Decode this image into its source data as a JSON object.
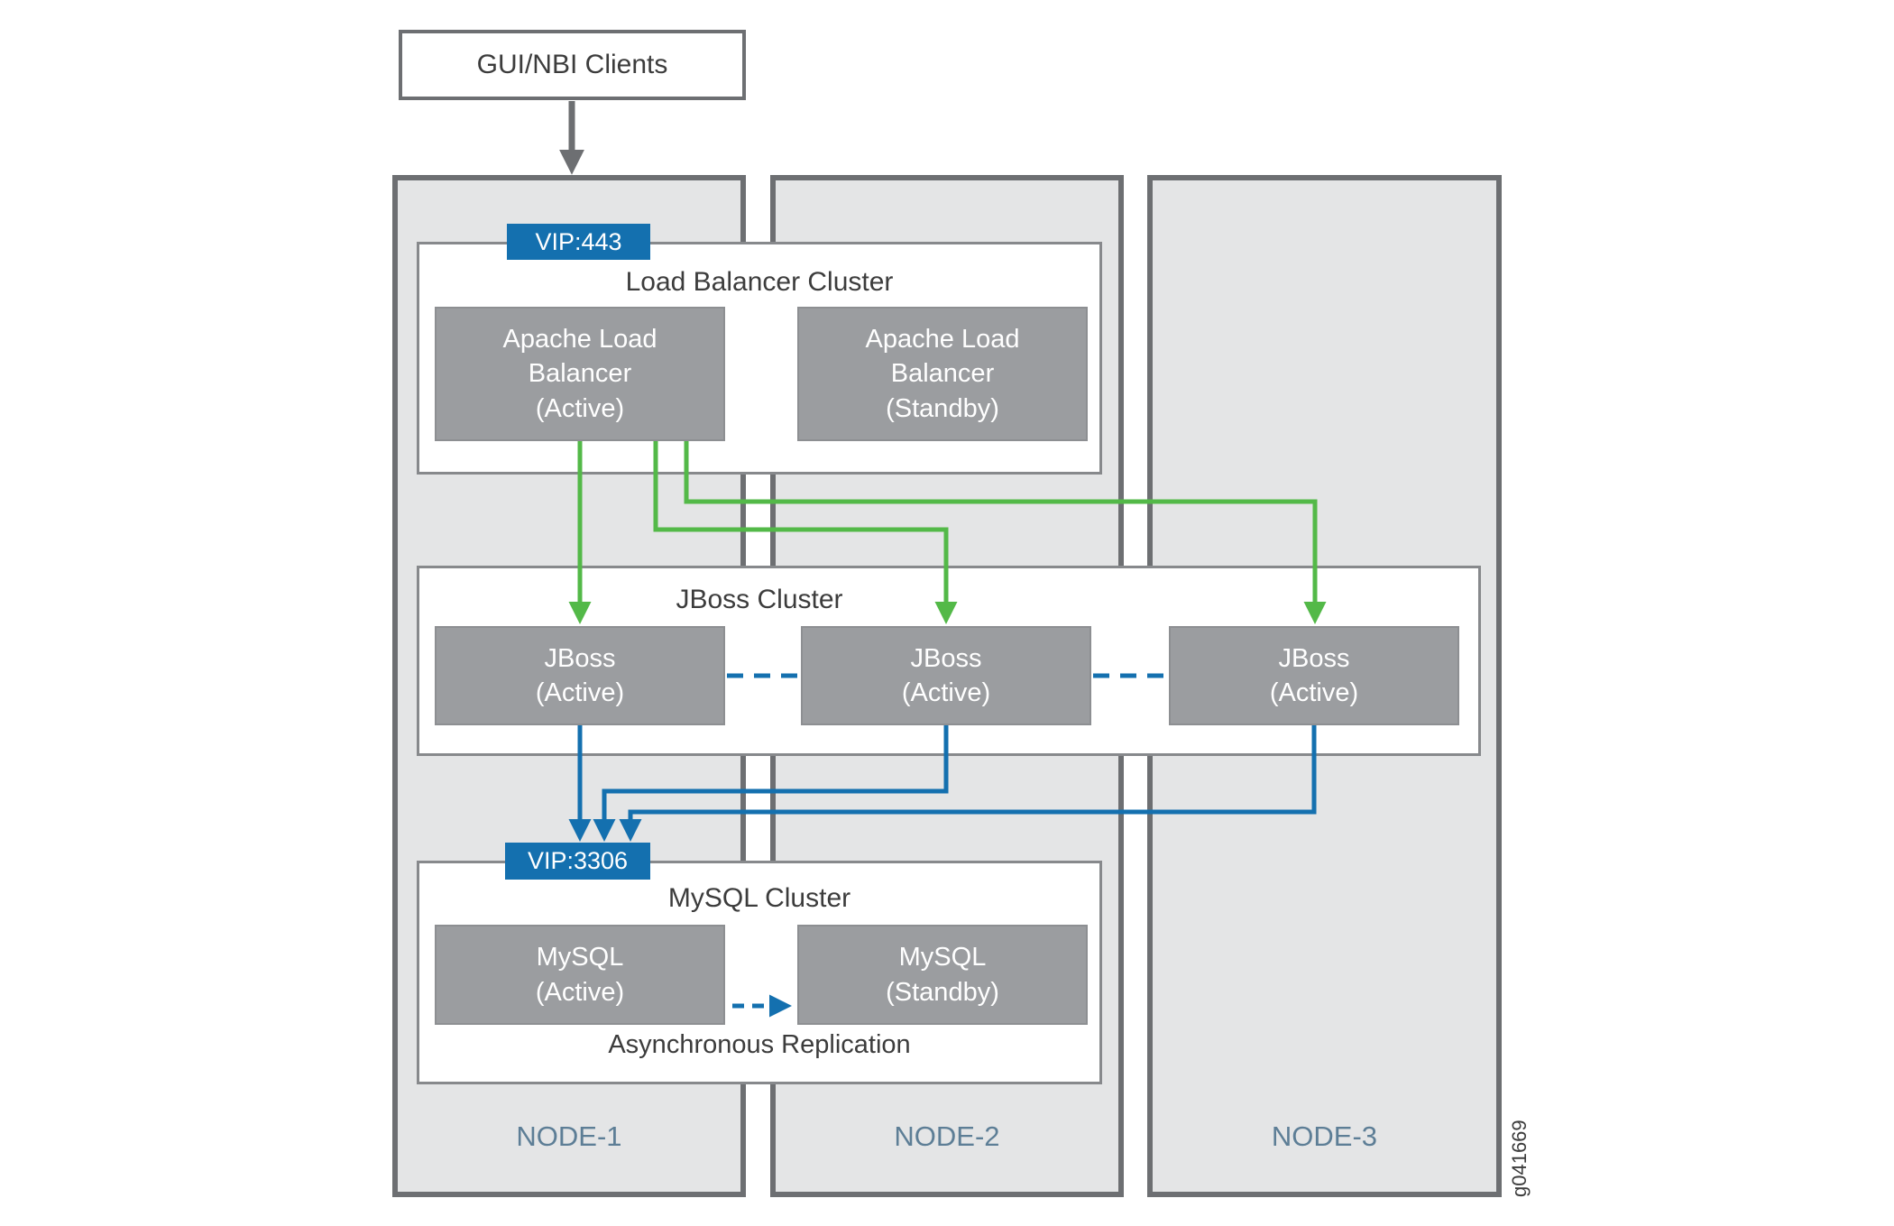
{
  "figure_label": "g041669",
  "clients": {
    "label": "GUI/NBI Clients"
  },
  "nodes": [
    {
      "label": "NODE-1"
    },
    {
      "label": "NODE-2"
    },
    {
      "label": "NODE-3"
    }
  ],
  "lb_cluster": {
    "vip_badge": "VIP:443",
    "title": "Load Balancer Cluster",
    "members": [
      {
        "label": "Apache Load\nBalancer\n(Active)"
      },
      {
        "label": "Apache Load\nBalancer\n(Standby)"
      }
    ]
  },
  "jboss_cluster": {
    "title": "JBoss Cluster",
    "members": [
      {
        "label": "JBoss\n(Active)"
      },
      {
        "label": "JBoss\n(Active)"
      },
      {
        "label": "JBoss\n(Active)"
      }
    ]
  },
  "mysql_cluster": {
    "vip_badge": "VIP:3306",
    "title": "MySQL Cluster",
    "members": [
      {
        "label": "MySQL\n(Active)"
      },
      {
        "label": "MySQL\n(Standby)"
      }
    ],
    "annotation": "Asynchronous Replication"
  },
  "colors": {
    "accent_blue": "#1470af",
    "arrow_green": "#53b948",
    "arrow_gray": "#6d6f72",
    "component_gray": "#9b9da0",
    "node_border_gray": "#6d6f72",
    "node_fill": "#e4e5e6",
    "node_label_blue": "#5d7e96"
  }
}
